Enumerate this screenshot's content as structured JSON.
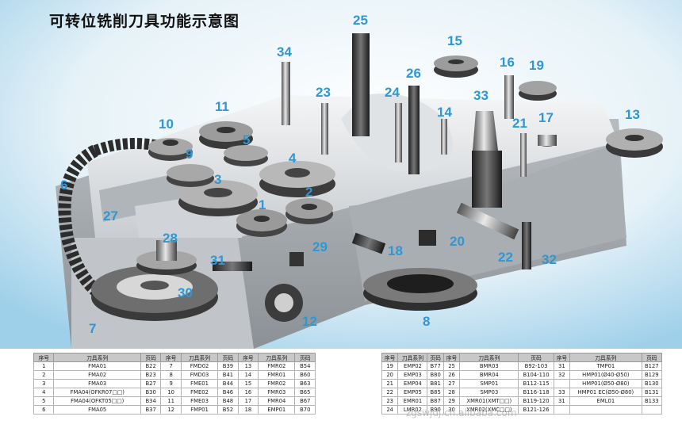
{
  "title": "可转位铣削刀具功能示意图",
  "callouts": [
    "1",
    "2",
    "3",
    "4",
    "5",
    "6",
    "7",
    "8",
    "9",
    "10",
    "11",
    "12",
    "13",
    "14",
    "15",
    "16",
    "17",
    "18",
    "19",
    "20",
    "21",
    "22",
    "23",
    "24",
    "25",
    "26",
    "27",
    "28",
    "29",
    "30",
    "31",
    "32",
    "33",
    "34"
  ],
  "left_table": {
    "headers": [
      "序号",
      "刀具系列",
      "页码",
      "序号",
      "刀具系列",
      "页码",
      "序号",
      "刀具系列",
      "页码"
    ],
    "rows": [
      [
        "1",
        "FMA01",
        "B22",
        "7",
        "FMD02",
        "B39",
        "13",
        "FMR02",
        "B54"
      ],
      [
        "2",
        "FMA02",
        "B23",
        "8",
        "FMD03",
        "B41",
        "14",
        "FMR01",
        "B60"
      ],
      [
        "3",
        "FMA03",
        "B27",
        "9",
        "FME01",
        "B44",
        "15",
        "FMR02",
        "B63"
      ],
      [
        "4",
        "FMA04(OFKR07□□)",
        "B30",
        "10",
        "FME02",
        "B46",
        "16",
        "FMR03",
        "B65"
      ],
      [
        "5",
        "FMA04(OFKT05□□)",
        "B34",
        "11",
        "FME03",
        "B48",
        "17",
        "FMR04",
        "B67"
      ],
      [
        "6",
        "FMA05",
        "B37",
        "12",
        "FMP01",
        "B52",
        "18",
        "EMP01",
        "B70"
      ]
    ]
  },
  "right_table": {
    "headers": [
      "序号",
      "刀具系列",
      "页码",
      "序号",
      "刀具系列",
      "页码",
      "序号",
      "刀具系列",
      "页码"
    ],
    "rows": [
      [
        "19",
        "EMP02",
        "B77",
        "25",
        "BMR03",
        "B92-103",
        "31",
        "TMP01",
        "B127"
      ],
      [
        "20",
        "EMP03",
        "B80",
        "26",
        "BMR04",
        "B104-110",
        "32",
        "HMP01(Ø40-Ø50)",
        "B129"
      ],
      [
        "21",
        "EMP04",
        "B81",
        "27",
        "SMP01",
        "B112-115",
        "",
        "HMP01(Ø50-Ø80)",
        "B130"
      ],
      [
        "22",
        "EMP05",
        "B85",
        "28",
        "SMP03",
        "B116-118",
        "33",
        "HMP01 EC(Ø50-Ø80)",
        "B131"
      ],
      [
        "23",
        "EMR01",
        "B87",
        "29",
        "XMR01(XMT□□)",
        "B119-120",
        "31",
        "EML01",
        "B133"
      ],
      [
        "24",
        "LMR02",
        "B90",
        "30",
        "XMR02(XMC□□)",
        "B121-126",
        "",
        "",
        ""
      ]
    ]
  },
  "watermark": "zgswjdj.cn.alibaba.com"
}
